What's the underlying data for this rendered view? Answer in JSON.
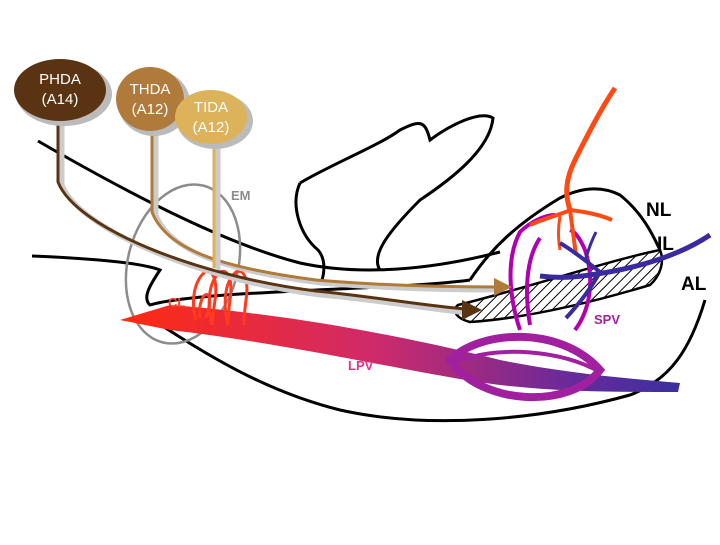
{
  "nodes": {
    "phda": {
      "name": "PHDA",
      "sub": "(A14)",
      "color": "#5a3412"
    },
    "thda": {
      "name": "THDA",
      "sub": "(A12)",
      "color": "#b07a3a"
    },
    "tida": {
      "name": "TIDA",
      "sub": "(A12)",
      "color": "#dcb25a"
    }
  },
  "labels": {
    "em": "EM",
    "cl": "CL",
    "lpv": "LPV",
    "spv": "SPV",
    "nl": "NL",
    "il": "IL",
    "al": "AL"
  },
  "colors": {
    "cl": "#ff3a1e",
    "lpv": "#e8308a",
    "spv": "#a020a0",
    "em": "#8c8c8c",
    "arterial": "#ff4a14",
    "venous": "#3a2aa0",
    "portal": "#b000b0"
  }
}
